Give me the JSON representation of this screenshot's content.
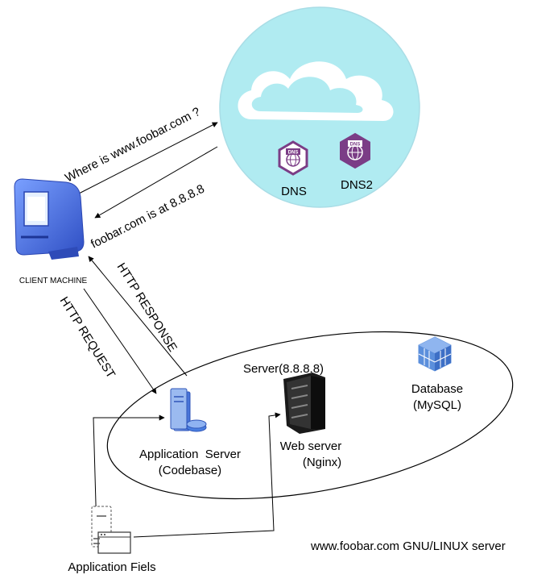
{
  "diagram": {
    "question_label": "Where is www.foobar.com ?",
    "answer_label": "foobar.com is at 8.8.8.8",
    "http_request_label": "HTTP REQUEST",
    "http_response_label": "HTTP RESPONSE",
    "client_label": "CLIENT MACHINE",
    "dns1_label": "DNS",
    "dns2_label": "DNS2",
    "dns_badge_text": "DNS",
    "server_label": "Server(8.8.8.8)",
    "app_server_label_line1": "Application  Server",
    "app_server_label_line2": "(Codebase)",
    "web_server_label_line1": "Web server",
    "web_server_label_line2": "(Nginx)",
    "database_label_line1": "Database",
    "database_label_line2": "(MySQL)",
    "app_files_label": "Application Fiels",
    "footer_label": "www.foobar.com GNU/LINUX server"
  },
  "colors": {
    "cloud_fill": "#b0ebf1",
    "dns_purple": "#7b3d86",
    "client_blue": "#3d63d8",
    "db_blue": "#5b8fdc",
    "server_black": "#1a1a1a"
  }
}
